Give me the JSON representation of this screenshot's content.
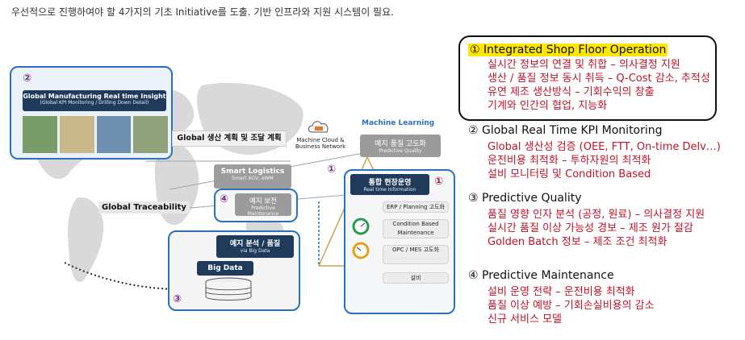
{
  "headline": "우선적으로 진행하여야 할 4가지의 기초 Initiative를 도출.  기반 인프라와 지원 시스템이 필요.",
  "diagram": {
    "insight": {
      "num": "②",
      "title": "Global Manufacturing Real time Insight",
      "subtitle": "(Global KPI Monitoring / Drilling Down Detail)"
    },
    "plan_label": "Global 생산 계획 및 조달 계획",
    "traceability_label": "Global Traceability",
    "cloud_label": "Machine Cloud & Business Network",
    "ml_label": "Machine Learning",
    "quality": {
      "title": "예지 품질 고도화",
      "sub": "Predictive Quality"
    },
    "logistics": {
      "title": "Smart Logistics",
      "sub": "Smart AGV, eWM",
      "num": "①"
    },
    "maintenance": {
      "num": "④",
      "title": "예지 보전",
      "sub": "Predictive Maintenance"
    },
    "analysis": {
      "title": "예지 분석 / 품질",
      "sub": "via Big Data"
    },
    "bigdata": {
      "title": "Big Data",
      "num": "③"
    },
    "ops": {
      "num": "①",
      "title": "통합 현장운영",
      "sub": "Real time Information"
    },
    "ops_items": [
      "ERP / Planning 고도화",
      "Condition Based Maintenance",
      "OPC / MES 고도화",
      "설비"
    ]
  },
  "panel": {
    "sections": [
      {
        "title": "① Integrated Shop Floor Operation",
        "highlight": true,
        "lines": [
          "실시간 정보의 연결 및 취합 – 의사결정 지원",
          "생산 / 품질 정보 동시 취득 – Q-Cost 감소, 추적성",
          "유연 제조 생산방식 – 기회수익의 창출",
          "기계와 인간의 협업, 지능화"
        ]
      },
      {
        "title": "② Global Real Time KPI Monitoring",
        "highlight": false,
        "lines": [
          "Global 생산성 검증 (OEE, FTT, On-time Delv…)",
          "운전비용 최적화 – 투하자원의 최적화",
          "설비 모니터링 및 Condition Based"
        ]
      },
      {
        "title": "③ Predictive Quality",
        "highlight": false,
        "lines": [
          "품질 영향 인자 분석 (공정, 원료) – 의사결정 지원",
          "실시간 품질 이상 가능성 경보 – 제조 원가 절감",
          "Golden Batch 정보 – 제조 조건 최적화"
        ]
      },
      {
        "title": "④ Predictive Maintenance",
        "highlight": false,
        "lines": [
          "설비 운영 전략 – 운전비용 최적화",
          "품질 이상 예방 – 기회손실비용의 감소",
          "신규 서비스 모델"
        ]
      }
    ]
  },
  "colors": {
    "navy": "#1f3a5a",
    "accent_blue": "#2b72b8",
    "red_text": "#c0142b",
    "highlight": "#ffe600",
    "purple": "#7b2b8c"
  }
}
